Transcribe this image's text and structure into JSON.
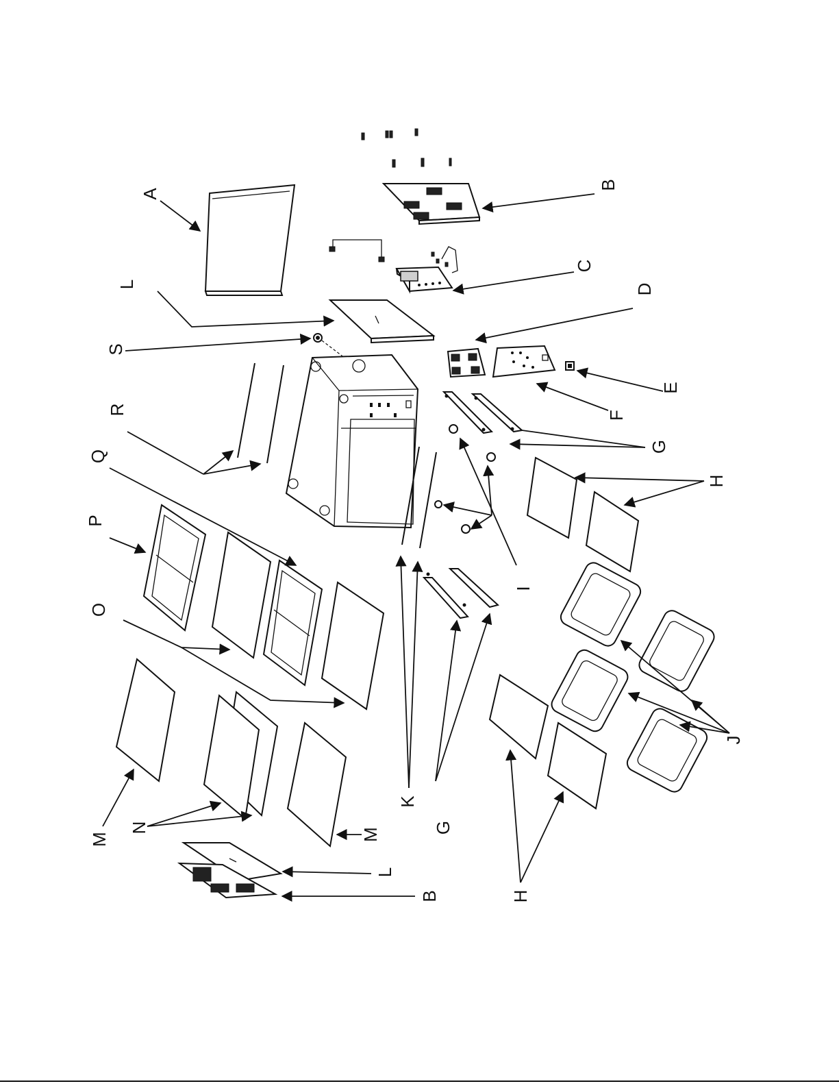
{
  "callouts": {
    "A": "A",
    "B": "B",
    "C": "C",
    "D": "D",
    "E": "E",
    "F": "F",
    "G": "G",
    "H": "H",
    "I": "I",
    "J": "J",
    "K": "K",
    "L": "L",
    "M": "M",
    "N": "N",
    "O": "O",
    "P": "P",
    "Q": "Q",
    "R": "R",
    "S": "S"
  }
}
